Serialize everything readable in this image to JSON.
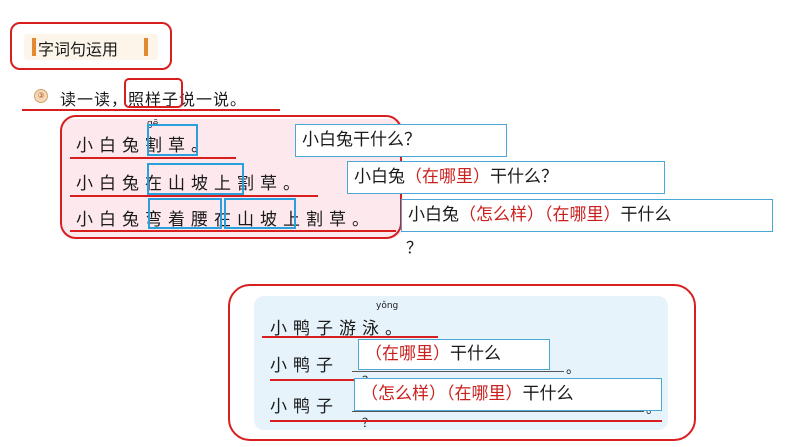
{
  "header": {
    "title": "字词句运用"
  },
  "instruction": {
    "text": "读一读，照样子说一说。"
  },
  "examples": {
    "row1": {
      "prefix": "小白兔",
      "pinyin": "gē",
      "highlight": "割草",
      "suffix": "。"
    },
    "row2": {
      "prefix": "小白兔",
      "highlight": "在山坡上",
      "suffix": "割草。"
    },
    "row3": {
      "prefix": "小白兔",
      "highlight1": "弯着腰",
      "highlight2": "在山坡",
      "suffix": "上割草。"
    }
  },
  "questions": {
    "q1": {
      "text": "小白兔干什么？"
    },
    "q2": {
      "prefix": "小白兔",
      "red": "（在哪里）",
      "suffix": "干什么？"
    },
    "q3": {
      "prefix": "小白兔",
      "red1": "（怎么样）",
      "red2": "（在哪里）",
      "suffix": "干什么",
      "qmark": "？"
    }
  },
  "practice": {
    "row1": {
      "text": "小鸭子游泳。",
      "pinyin": "yǒng"
    },
    "row2": {
      "prefix": "小鸭子",
      "red": "（在哪里）",
      "suffix": "干什么",
      "dot": "。",
      "qmark": "？"
    },
    "row3": {
      "prefix": "小鸭子",
      "red1": "（怎么样）",
      "red2": "（在哪里）",
      "suffix": "干什么",
      "dot": "。",
      "qmark": "？"
    }
  }
}
